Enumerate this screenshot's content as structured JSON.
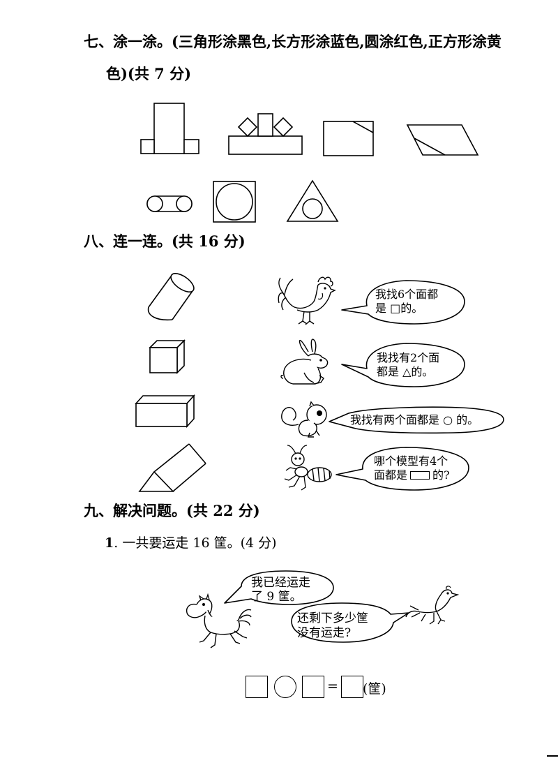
{
  "section7": {
    "title_line1": "七、涂一涂。(三角形涂黑色,长方形涂蓝色,圆涂红色,正方形涂黄",
    "title_line2": "色)(共 7 分)"
  },
  "section8": {
    "title": "八、连一连。(共 16 分)",
    "bubbles": [
      {
        "line1": "我找6个面都",
        "line2": "是 □的。"
      },
      {
        "line1": "我找有2个面",
        "line2": "都是 △的。"
      },
      {
        "line1": "我找有两个面都是 ○ 的。"
      },
      {
        "line1": "哪个模型有4个",
        "line2": "面都是",
        "line2_end": "的?"
      }
    ]
  },
  "section9": {
    "title": "九、解决问题。(共 22 分)",
    "q1": {
      "number": "1",
      "text": ". 一共要运走 16 筐。(4 分)",
      "horse_line1": "我已经运走",
      "horse_line2": "了 9 筐。",
      "bird_line1": "还剩下多少筐",
      "bird_line2": "没有运走?",
      "equals": "=",
      "unit": "(筐)"
    }
  }
}
